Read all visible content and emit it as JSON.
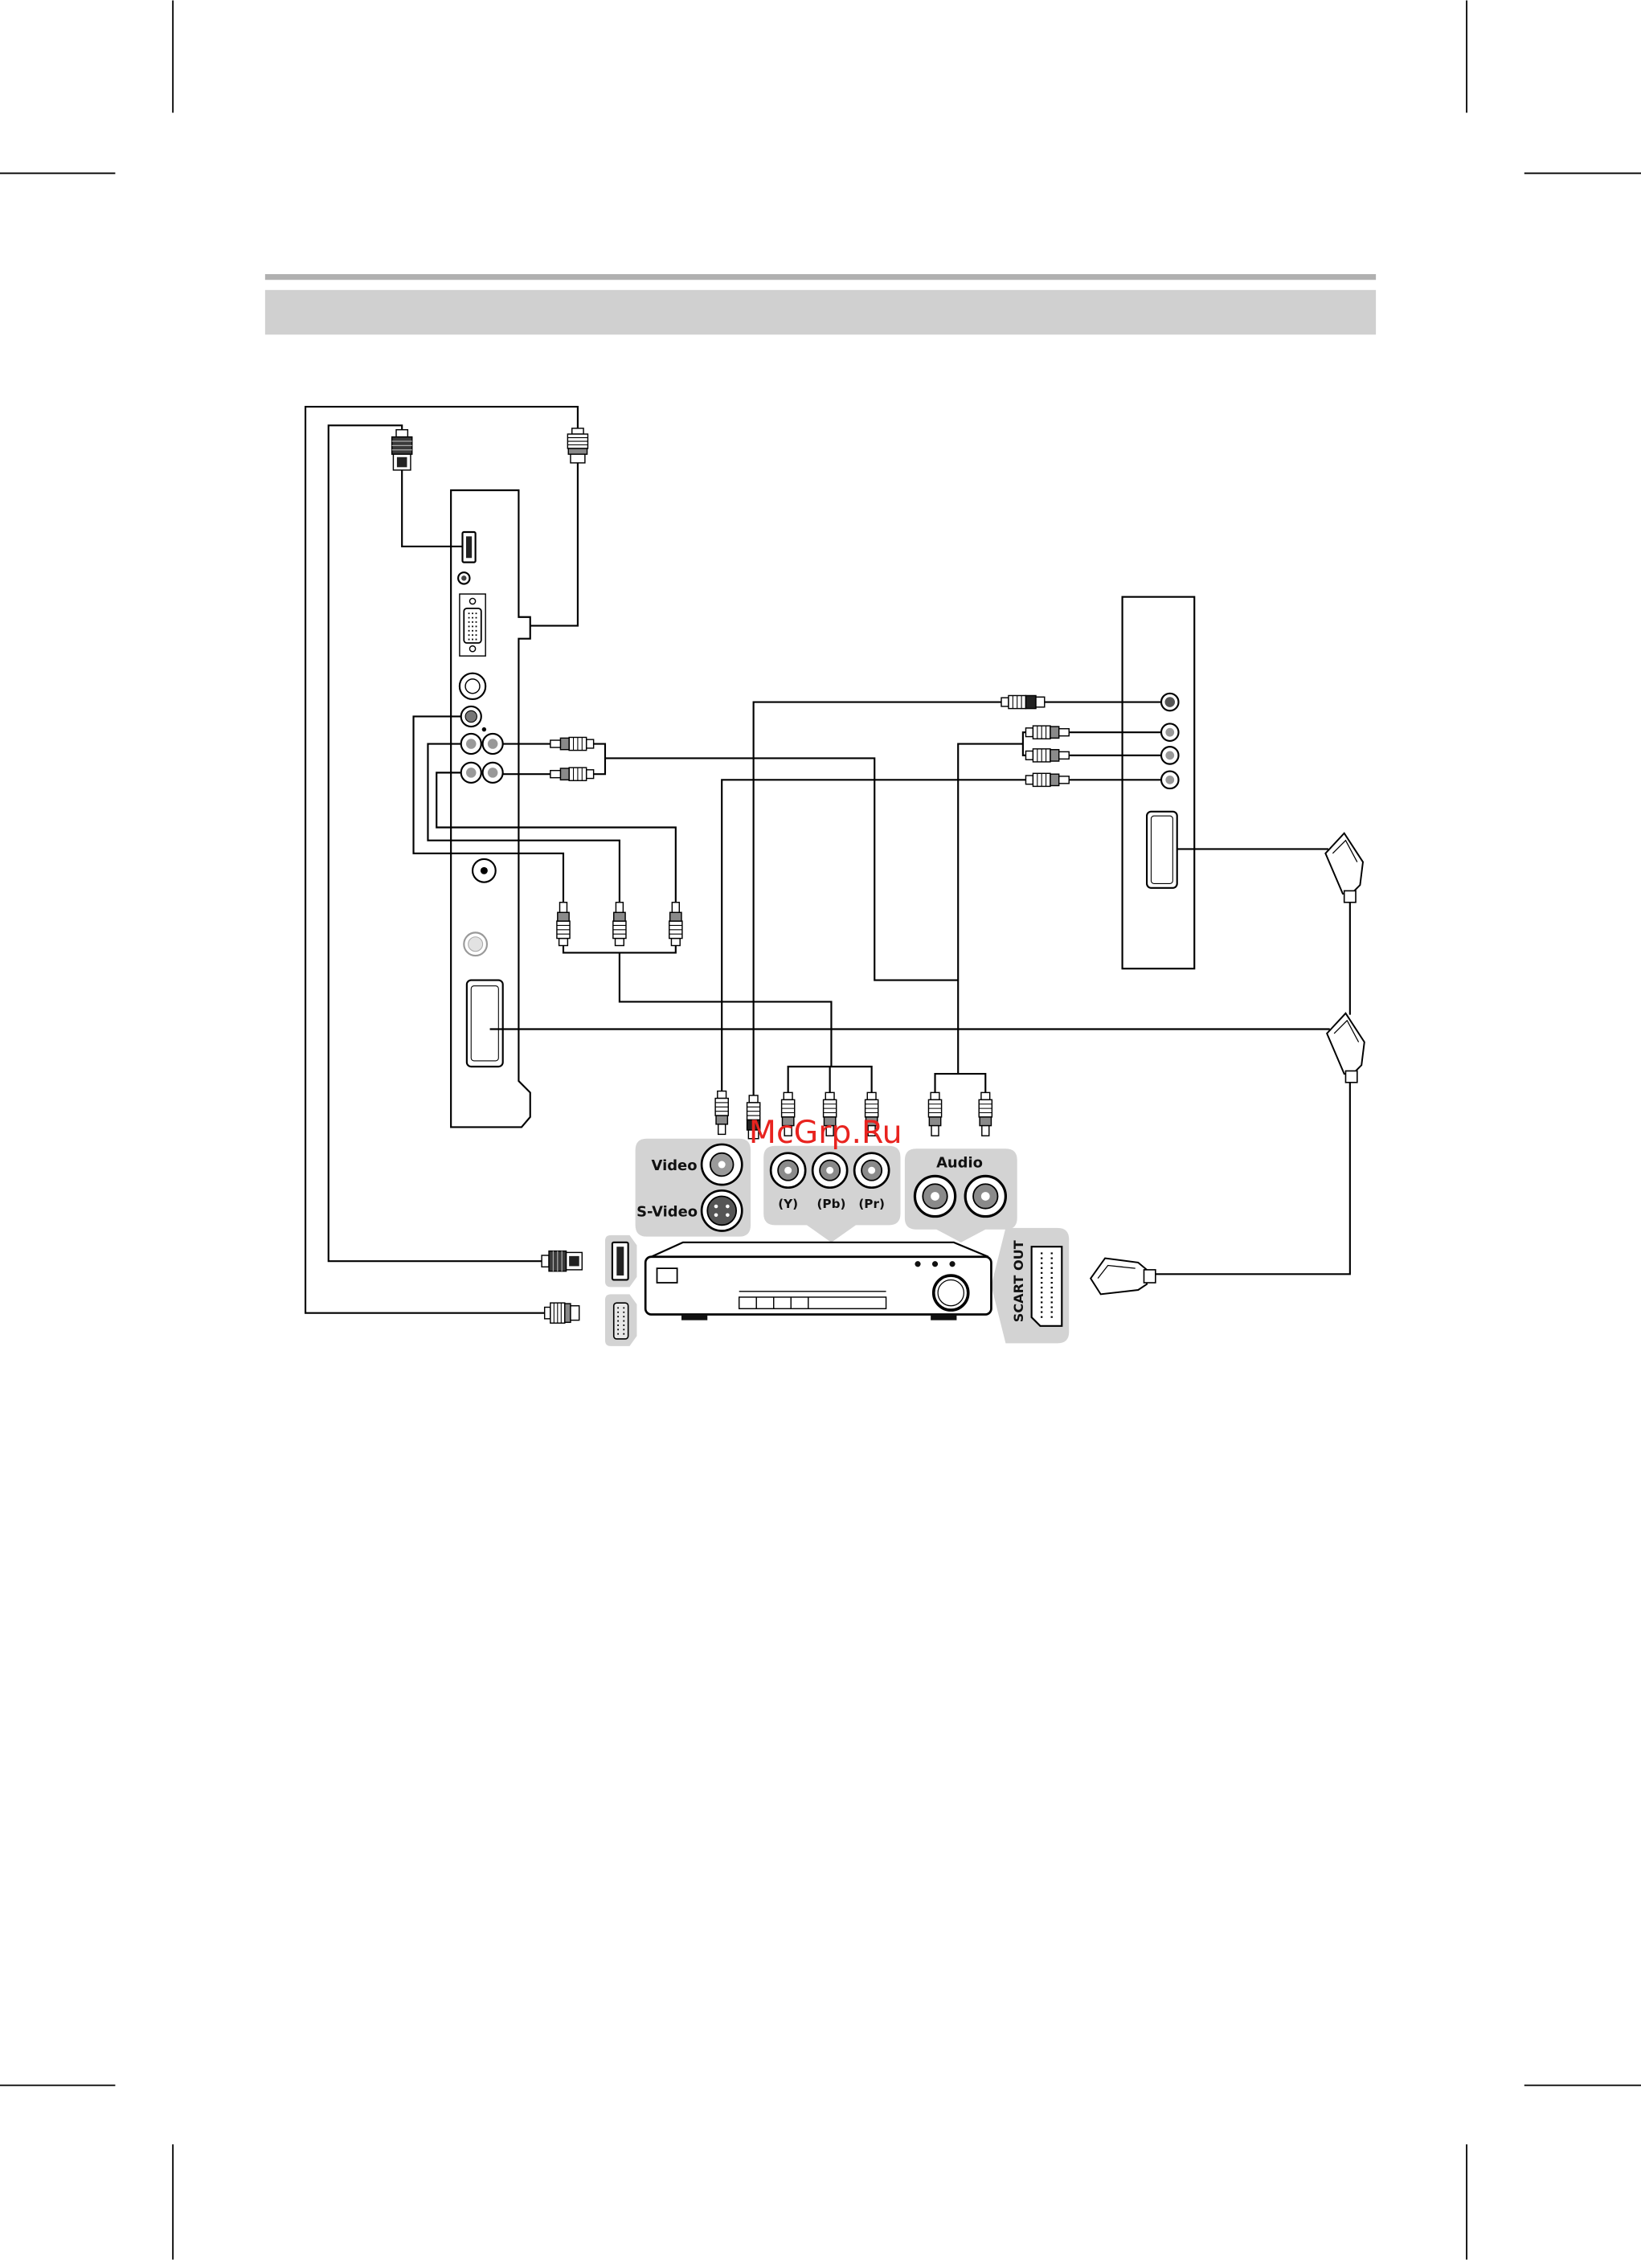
{
  "watermark": {
    "text": "McGrp.Ru",
    "color": "#e8231f"
  },
  "player_connectors": {
    "video_label": "Video",
    "svideo_label": "S-Video",
    "component": {
      "y_label": "(Y)",
      "pb_label": "(Pb)",
      "pr_label": "(Pr)"
    },
    "audio_label": "Audio",
    "scart_label": "SCART OUT"
  },
  "colors": {
    "callout": "#d3d3d3",
    "header_bar": "#d0d0d0",
    "header_rule": "#b0b0b0"
  }
}
